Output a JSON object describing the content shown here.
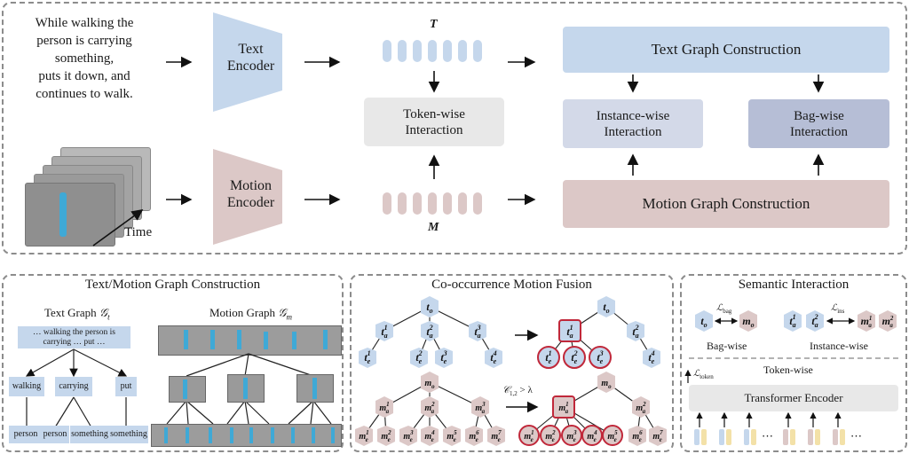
{
  "top": {
    "caption": "While walking the\nperson is carrying\nsomething,\nputs it down, and\ncontinues to walk.",
    "text_encoder": "Text\nEncoder",
    "motion_encoder": "Motion\nEncoder",
    "time_label": "Time",
    "token_T": "T",
    "token_M": "M",
    "token_wise": "Token-wise\nInteraction",
    "text_graph": "Text Graph Construction",
    "instance_wise": "Instance-wise\nInteraction",
    "bag_wise": "Bag-wise\nInteraction",
    "motion_graph": "Motion Graph Construction"
  },
  "left": {
    "title": "Text/Motion Graph Construction",
    "text_graph_title": "Text Graph",
    "text_graph_sym": "𝒢",
    "text_graph_sub": "t",
    "motion_graph_title": "Motion Graph",
    "motion_graph_sym": "𝒢",
    "motion_graph_sub": "m",
    "sentence": "… walking the person is\ncarrying … put …",
    "verbs": [
      "walking",
      "carrying",
      "put"
    ],
    "entities": [
      "person",
      "person",
      "something",
      "something"
    ]
  },
  "middle": {
    "title": "Co-occurrence Motion Fusion",
    "condition": "𝒞",
    "condition_sub": "1,2",
    "condition_rest": " > λ"
  },
  "right": {
    "title": "Semantic Interaction",
    "bag_wise": "Bag-wise",
    "instance_wise": "Instance-wise",
    "token_wise": "Token-wise",
    "transformer": "Transformer Encoder",
    "loss_bag": "bag",
    "loss_ins": "ins",
    "loss_token": "token",
    "loss_sym": "ℒ",
    "ellipsis": "⋯"
  },
  "colors": {
    "text_blue": "#c5d7ec",
    "motion_pink": "#dcc8c7",
    "gray": "#e8e8e8",
    "dark_blue": "#b6bed6",
    "highlight": "#c0283a"
  }
}
